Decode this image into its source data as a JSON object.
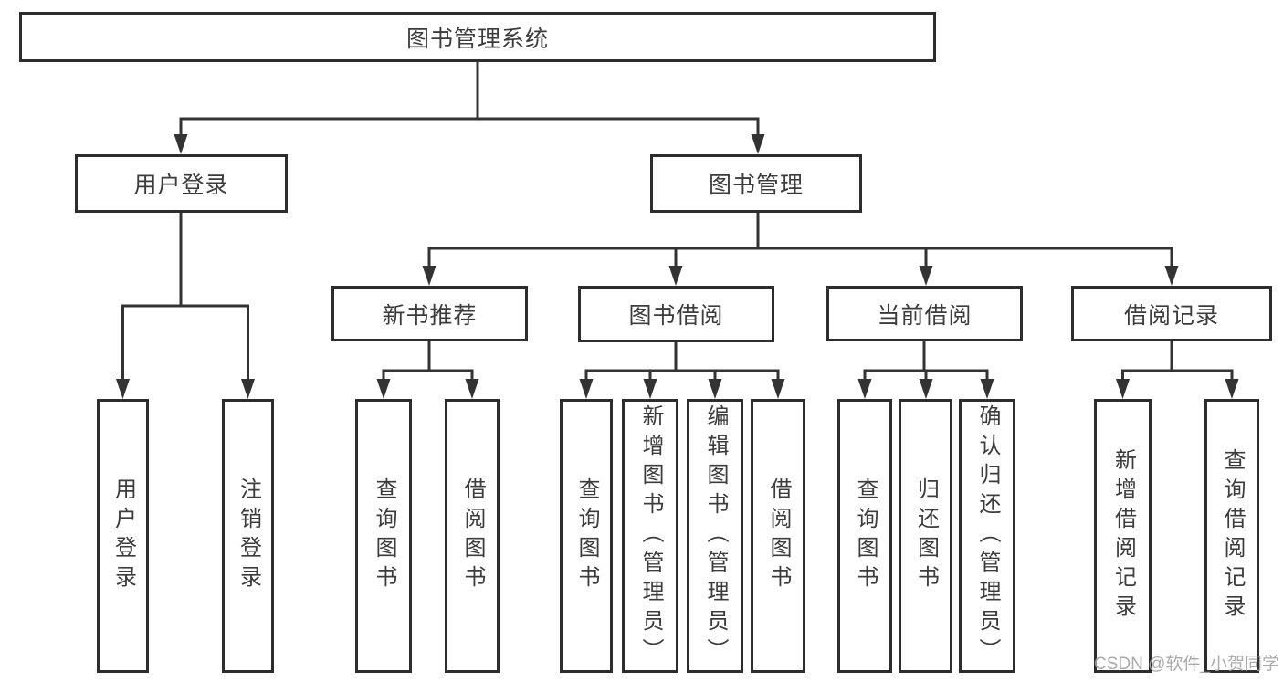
{
  "diagram": {
    "root": {
      "label": "图书管理系统"
    },
    "branches": [
      {
        "label": "用户登录",
        "children": [
          {
            "label": "用户登录"
          },
          {
            "label": "注销登录"
          }
        ]
      },
      {
        "label": "图书管理",
        "children": [
          {
            "label": "新书推荐",
            "children": [
              {
                "label": "查询图书"
              },
              {
                "label": "借阅图书"
              }
            ]
          },
          {
            "label": "图书借阅",
            "children": [
              {
                "label": "查询图书"
              },
              {
                "label": "新增图书（管理员）"
              },
              {
                "label": "编辑图书（管理员）"
              },
              {
                "label": "借阅图书"
              }
            ]
          },
          {
            "label": "当前借阅",
            "children": [
              {
                "label": "查询图书"
              },
              {
                "label": "归还图书"
              },
              {
                "label": "确认归还（管理员）"
              }
            ]
          },
          {
            "label": "借阅记录",
            "children": [
              {
                "label": "新增借阅记录"
              },
              {
                "label": "查询借阅记录"
              }
            ]
          }
        ]
      }
    ]
  },
  "watermark": {
    "text": "CSDN @软件_小贺同学"
  },
  "colors": {
    "box_border": "#2d2d2d",
    "text": "#3c3c3c",
    "line": "#333333",
    "watermark": "#a3a3a3",
    "background": "#ffffff"
  }
}
